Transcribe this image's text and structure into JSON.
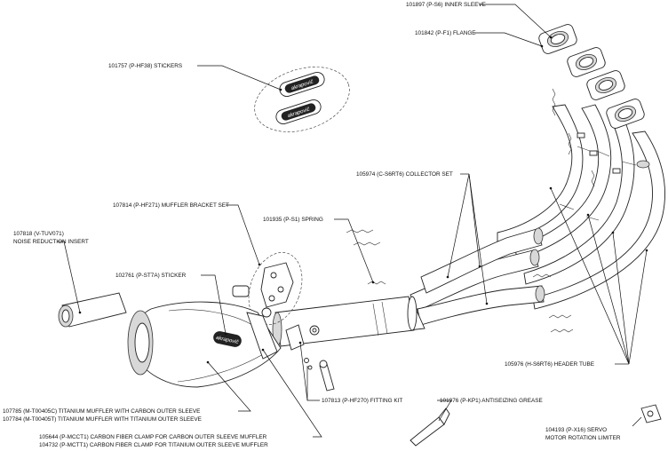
{
  "labels": {
    "inner_sleeve": "101897 (P-S6) INNER SLEEVE",
    "flange": "101842 (P-F1) FLANGE",
    "stickers": "101757 (P-HF38) STICKERS",
    "collector_set": "105974 (C-S6RT6) COLLECTOR SET",
    "muffler_bracket": "107814 (P-HF271) MUFFLER BRACKET SET",
    "spring": "101935 (P-S1) SPRING",
    "noise_insert_1": "107818 (V-TUV071)",
    "noise_insert_2": "NOISE REDUCTION INSERT",
    "sticker": "102761 (P-ST7A) STICKER",
    "header_tube": "105976 (H-S6RT6) HEADER TUBE",
    "fitting_kit": "107813 (P-HF270) FITTING KIT",
    "grease": "101976 (P-KP1) ANTISEIZING GREASE",
    "muffler_carbon": "107785 (M-T00405C) TITANIUM MUFFLER WITH CARBON OUTER SLEEVE",
    "muffler_titanium": "107784 (M-T00405T) TITANIUM MUFFLER WITH TITANIUM OUTER SLEEVE",
    "clamp_carbon": "105644 (P-MCCT1) CARBON FIBER CLAMP FOR CARBON OUTER SLEEVE MUFFLER",
    "clamp_titanium": "104732 (P-MCTT1) CARBON FIBER CLAMP FOR TITANIUM OUTER SLEEVE MUFFLER",
    "servo_1": "104193 (P-X16) SERVO",
    "servo_2": "MOTOR ROTATION LIMITER"
  },
  "sticker_logo": "akrapovič"
}
